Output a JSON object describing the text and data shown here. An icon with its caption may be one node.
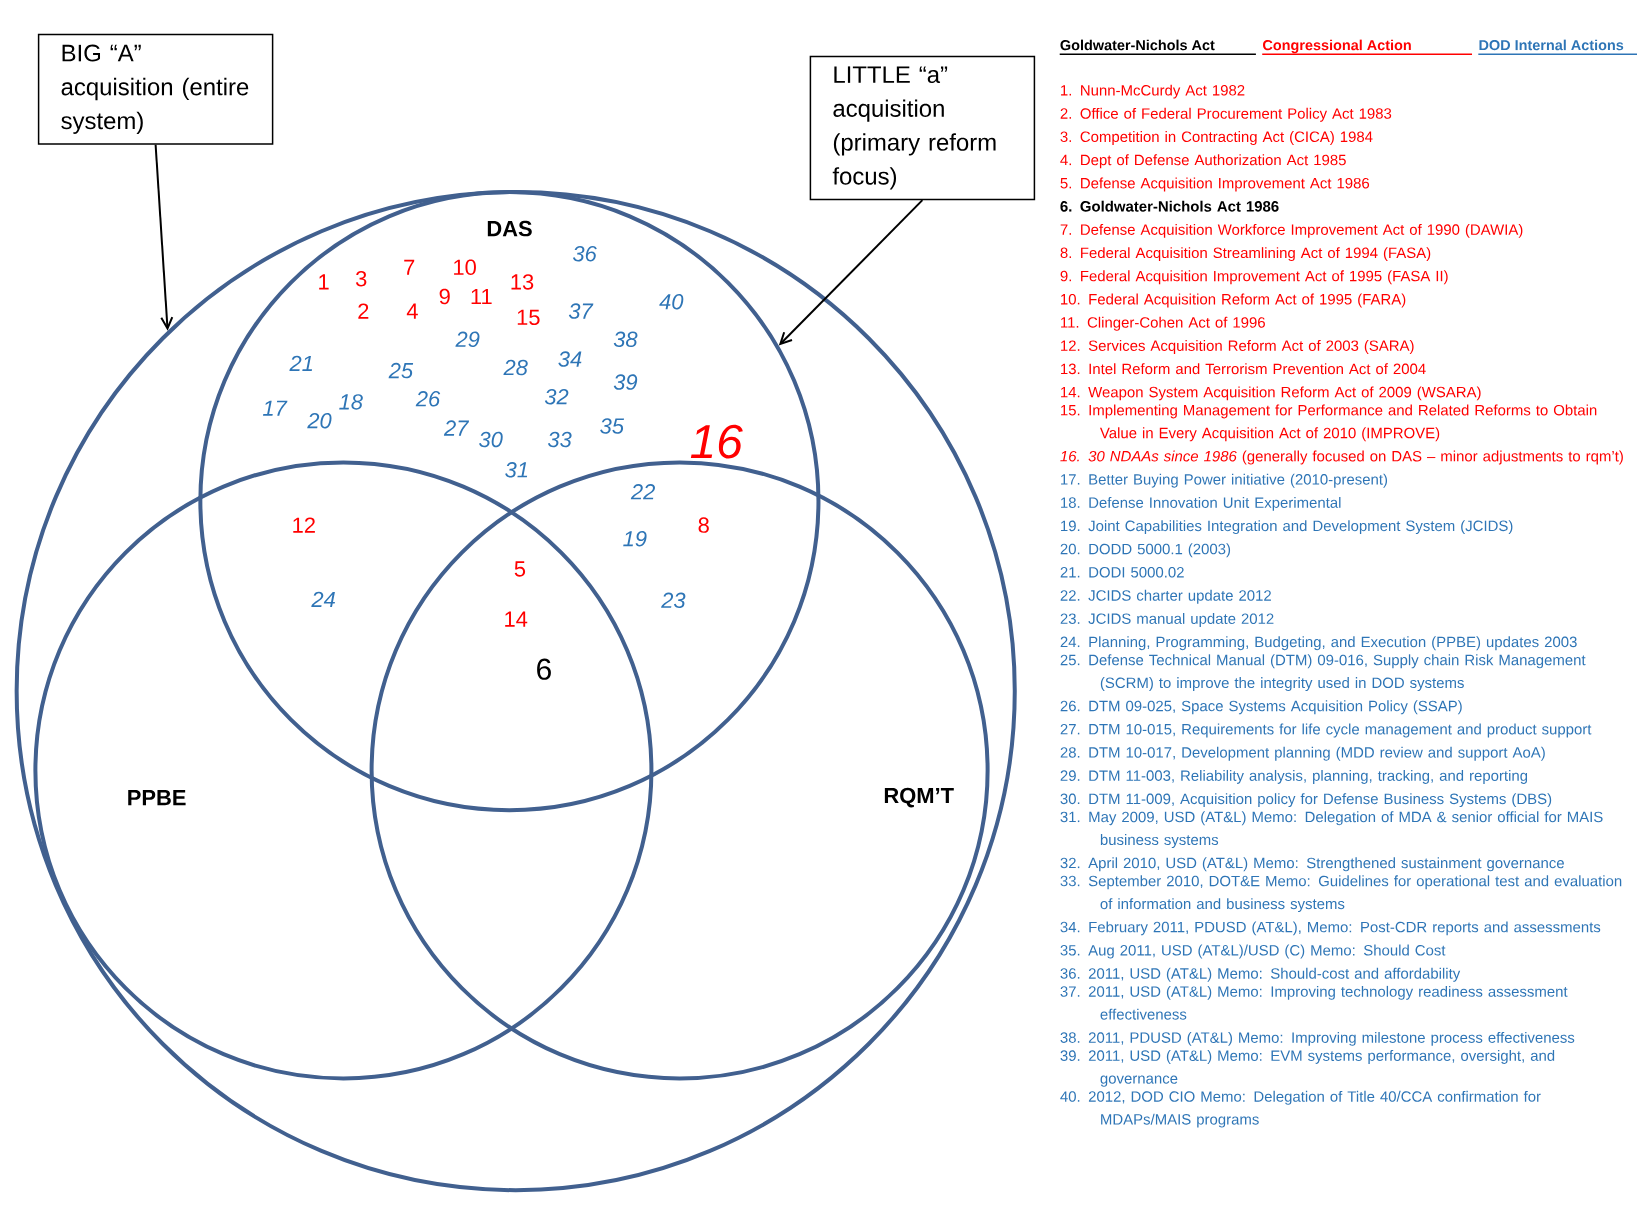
{
  "diagram": {
    "nodes": [
      {
        "text": [
          "BIG “A” acquisition (entire system)"
        ]
      },
      {
        "text": [
          "LITTLE “a” acquisition (primary reform focus)"
        ]
      },
      {
        "text": [],
        "shape": "circle"
      },
      {
        "text": [
          "DAS"
        ],
        "in": 2
      },
      {
        "text": [
          "PPBE"
        ],
        "in": 2
      },
      {
        "text": [
          "RQM’T"
        ],
        "in": 2
      }
    ],
    "edges": [
      {
        "from": 0,
        "to": 2,
        "arrow": "to"
      },
      {
        "from": 1,
        "to": 3,
        "arrow": "to"
      }
    ],
    "labels": [
      "1",
      "3",
      "7",
      "10",
      "13",
      "36",
      "2",
      "4",
      "9",
      "11",
      "15",
      "37",
      "40",
      "29",
      "38",
      "21",
      "25",
      "28",
      "34",
      "39",
      "17",
      "18",
      "20",
      "26",
      "32",
      "27",
      "30",
      "33",
      "35",
      "16",
      "31",
      "22",
      "12",
      "19",
      "8",
      "5",
      "24",
      "23",
      "14",
      "6",
      "1. Nunn-McCurdy Act 1982",
      "2. Office of Federal Procurement Policy Act 1983",
      "3. Competition in Contracting Act (CICA) 1984",
      "4. Dept of Defense Authorization Act 1985",
      "5. Defense Acquisition Improvement Act 1986",
      "6. Goldwater-Nichols Act 1986",
      "7. Defense Acquisition Workforce Improvement Act of 1990 (DAWIA)",
      "8. Federal Acquisition Streamlining Act of 1994 (FASA)",
      "9. Federal Acquisition Improvement Act of 1995 (FASA II)",
      "10. Federal Acquisition Reform Act of 1995 (FARA)",
      "11. Clinger-Cohen Act of 1996",
      "12. Services Acquisition Reform Act of 2003 (SARA)",
      "13. Intel Reform and Terrorism Prevention Act of 2004",
      "14. Weapon System Acquisition Reform Act of 2009 (WSARA)",
      "15. Implementing Management for Performance and Related Reforms to Obtain Value in Every Acquisition Act of 2010 (IMPROVE)",
      "*16. 30 NDAAs since 1986* (generally focused on DAS – minor adjustments to rqm’t)",
      "17. Better Buying Power initiative (2010-present)",
      "18. Defense Innovation Unit Experimental",
      "19. Joint Capabilities Integration and Development System (JCIDS)",
      "20. DODD 5000.1 (2003)",
      "21. DODI 5000.02",
      "22. JCIDS charter update 2012",
      "23. JCIDS manual update 2012",
      "24. Planning, Programming, Budgeting, and Execution (PPBE) updates 2003",
      "25. Defense Technical Manual (DTM) 09-016, Supply chain Risk Management (SCRM) to improve the integrity used in DOD systems",
      "26. DTM 09-025, Space Systems Acquisition Policy (SSAP)",
      "27. DTM 10-015, Requirements for life cycle management and product support",
      "28. DTM 10-017, Development planning (MDD review and support AoA)",
      "29. DTM 11-003, Reliability analysis, planning, tracking, and reporting",
      "30. DTM 11-009, Acquisition policy for Defense Business Systems (DBS)",
      "31. May 2009, USD (AT&L) Memo: Delegation of MDA & senior official for MAIS business systems",
      "32. April 2010, USD (AT&L) Memo: Strengthened sustainment governance",
      "33. September 2010, DOT&E Memo: Guidelines for operational test and evaluation of information and business systems",
      "34. February 2011, PDUSD (AT&L), Memo: Post-CDR reports and assessments",
      "35. Aug 2011, USD (AT&L)/USD (C) Memo: Should Cost",
      "36. 2011, USD (AT&L) Memo: Should-cost and affordability",
      "37. 2011, USD (AT&L) Memo: Improving technology readiness assessment effectiveness",
      "38. 2011, PDUSD (AT&L) Memo: Improving milestone process effectiveness",
      "39. 2011, USD (AT&L) Memo: EVM systems performance, oversight, and governance",
      "40. 2012, DOD CIO Memo: Delegation of Title 40/CCA confirmation for MDAPs/MAIS programs"
    ],
    "legend": [
      {
        "text": "Goldwater-Nichols Act",
        "color": "#000000"
      },
      {
        "text": "Congressional Action",
        "color": "#ff0000"
      },
      {
        "text": "DOD Internal Actions",
        "color": "#2e75b6"
      }
    ]
  }
}
